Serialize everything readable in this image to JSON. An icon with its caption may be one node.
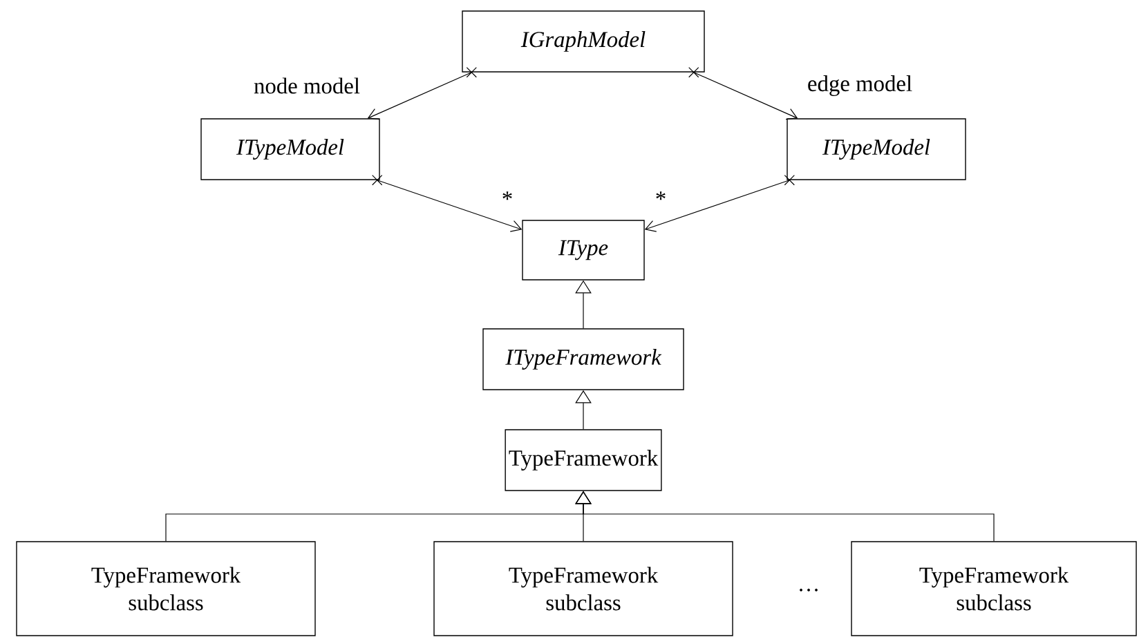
{
  "diagram": {
    "nodes": [
      {
        "text": [
          "IGraphModel"
        ]
      },
      {
        "text": [
          "ITypeModel"
        ]
      },
      {
        "text": [
          "ITypeModel"
        ]
      },
      {
        "text": [
          "IType"
        ]
      },
      {
        "text": [
          "ITypeFramework"
        ]
      },
      {
        "text": [
          "TypeFramework"
        ]
      },
      {
        "text": [
          "TypeFramework subclass"
        ]
      },
      {
        "text": [
          "TypeFramework subclass"
        ]
      },
      {
        "text": [
          "TypeFramework subclass"
        ]
      }
    ],
    "edges": [
      {
        "from": 0,
        "to": 1,
        "arrow": "to",
        "label": "node model"
      },
      {
        "from": 0,
        "to": 2,
        "arrow": "to",
        "label": "edge model"
      },
      {
        "from": 1,
        "to": 3,
        "arrow": "to",
        "label": "*"
      },
      {
        "from": 2,
        "to": 3,
        "arrow": "to",
        "label": "*"
      },
      {
        "from": 4,
        "to": 3,
        "arrow": "to"
      },
      {
        "from": 5,
        "to": 4,
        "arrow": "to"
      },
      {
        "from": 6,
        "to": 5,
        "arrow": "to"
      },
      {
        "from": 7,
        "to": 5,
        "arrow": "to"
      },
      {
        "from": 8,
        "to": 5,
        "arrow": "to"
      }
    ],
    "labels": [
      "…"
    ]
  }
}
